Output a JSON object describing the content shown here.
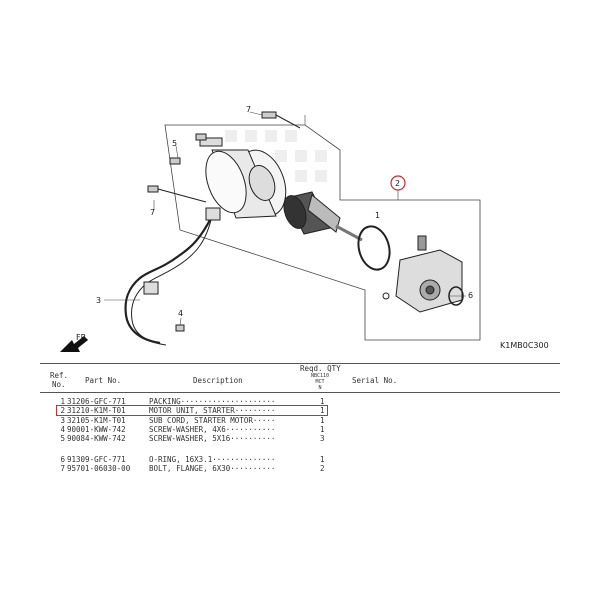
{
  "diagram": {
    "callouts": [
      "1",
      "2",
      "3",
      "4",
      "5",
      "6",
      "7",
      "7"
    ],
    "direction_label": "FR.",
    "reference_code": "K1MB0C300"
  },
  "table": {
    "headers": {
      "ref_no": [
        "Ref.",
        "No."
      ],
      "part_no": "Part No.",
      "description": "Description",
      "reqd_qty": "Reqd. QTY",
      "model": [
        "NBC110",
        "MCT",
        "N"
      ],
      "serial_no": "Serial No."
    },
    "rows": [
      {
        "ref": "1",
        "part": "31206-GFC-771",
        "desc": "PACKING",
        "qty": "1"
      },
      {
        "ref": "2",
        "part": "31210-K1M-T01",
        "desc": "MOTOR UNIT, STARTER",
        "qty": "1"
      },
      {
        "ref": "3",
        "part": "32105-K1M-T01",
        "desc": "SUB CORD, STARTER MOTOR",
        "qty": "1"
      },
      {
        "ref": "4",
        "part": "90001-KWW-742",
        "desc": "SCREW-WASHER, 4X6",
        "qty": "1"
      },
      {
        "ref": "5",
        "part": "90084-KWW-742",
        "desc": "SCREW-WASHER, 5X16",
        "qty": "3"
      },
      {
        "ref": "6",
        "part": "91309-GFC-771",
        "desc": "O-RING, 16X3.1",
        "qty": "1"
      },
      {
        "ref": "7",
        "part": "95701-06030-00",
        "desc": "BOLT, FLANGE, 6X30",
        "qty": "2"
      }
    ],
    "highlighted_ref": "2",
    "highlight_color": "#d8272d"
  }
}
